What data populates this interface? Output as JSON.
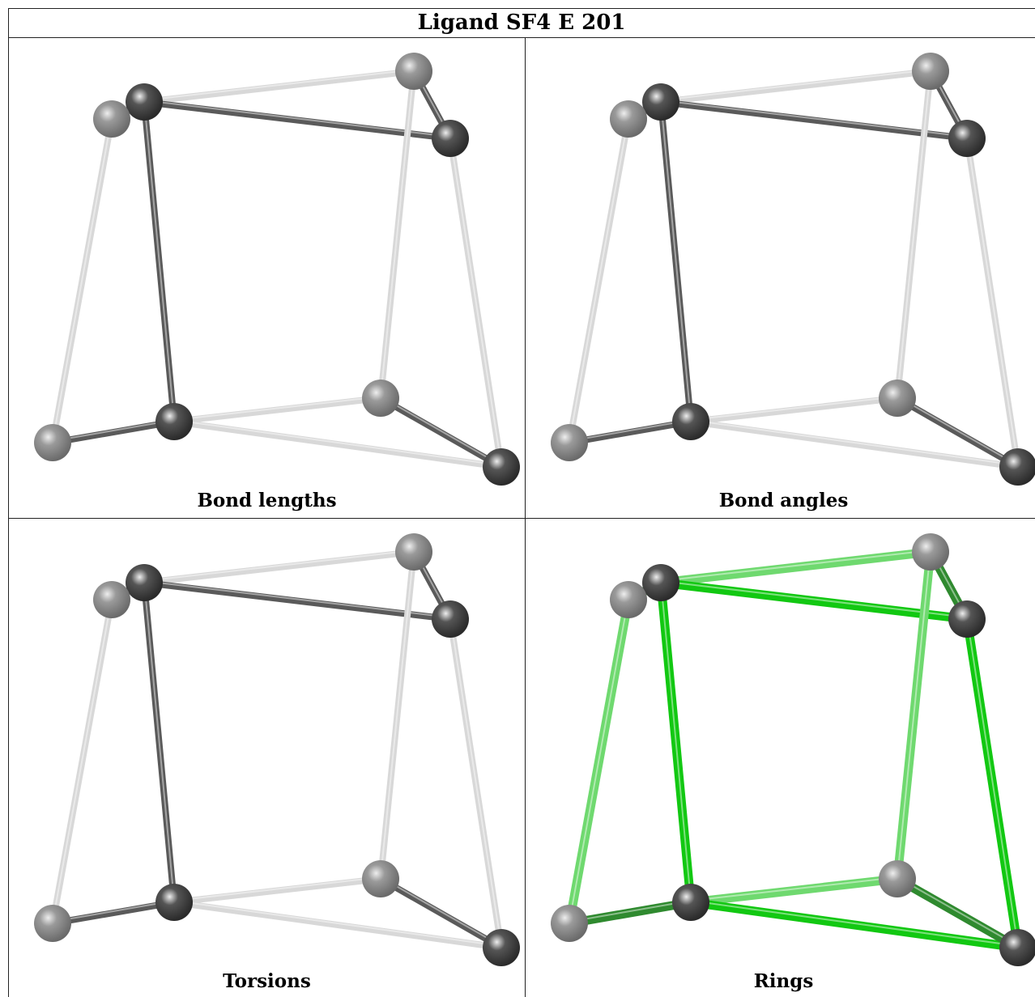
{
  "title": "Ligand SF4 E 201",
  "panels": [
    {
      "caption": "Bond lengths",
      "style": "gray"
    },
    {
      "caption": "Bond angles",
      "style": "gray"
    },
    {
      "caption": "Torsions",
      "style": "gray"
    },
    {
      "caption": "Rings",
      "style": "green"
    }
  ],
  "colors": {
    "atom_dark": "#555555",
    "atom_light": "#9a9a9a",
    "bond_dark": "#5a5a5a",
    "bond_light": "#d8d8d8",
    "ring_bright": "#12c812",
    "ring_light": "#6fd96f",
    "ring_dark": "#2f8a2f"
  }
}
